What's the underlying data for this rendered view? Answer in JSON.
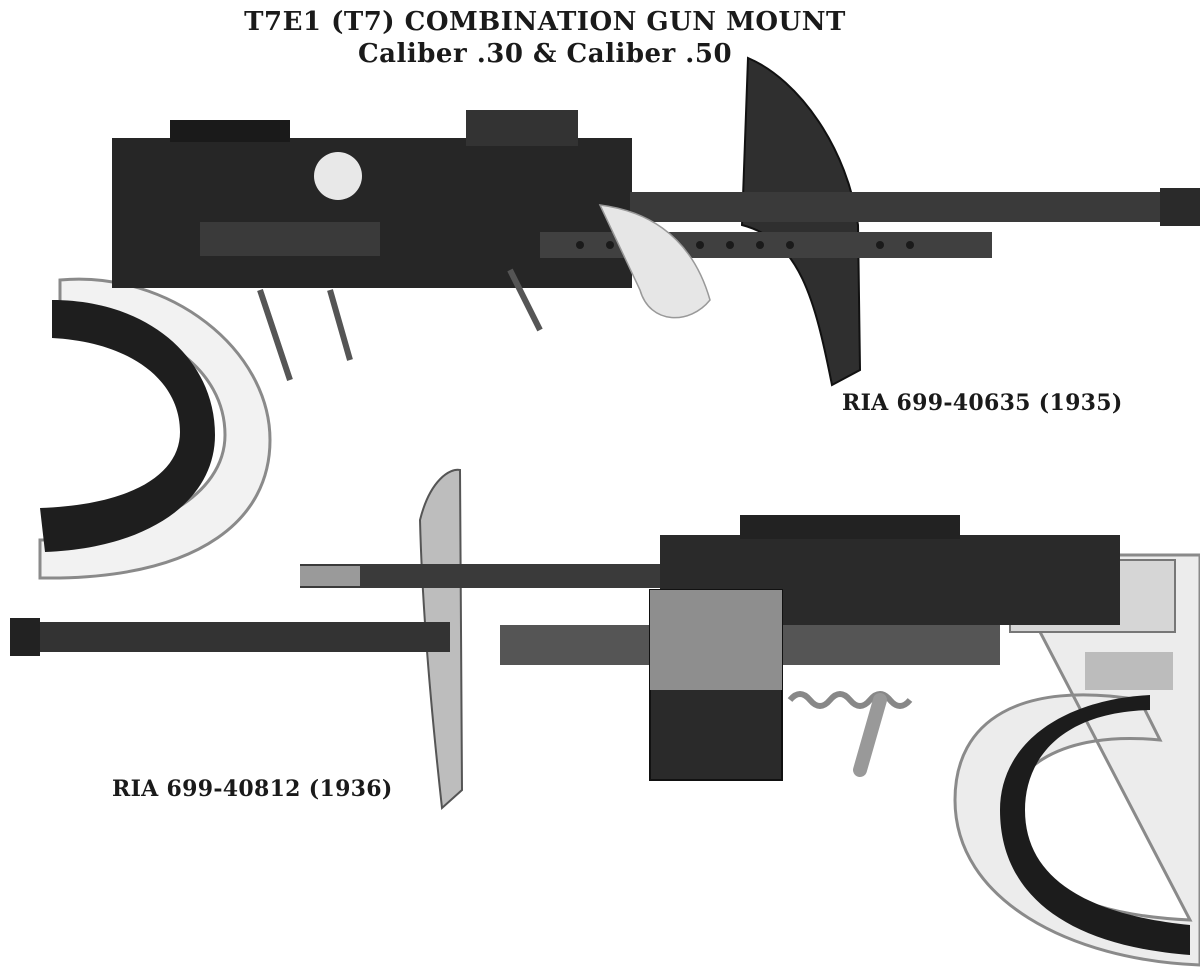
{
  "title": {
    "line1": "T7E1 (T7) COMBINATION GUN MOUNT",
    "line2": "Caliber .30 & Caliber .50"
  },
  "photos": [
    {
      "caption": "RIA 699-40635 (1935)"
    },
    {
      "caption": "RIA 699-40812 (1936)"
    }
  ]
}
